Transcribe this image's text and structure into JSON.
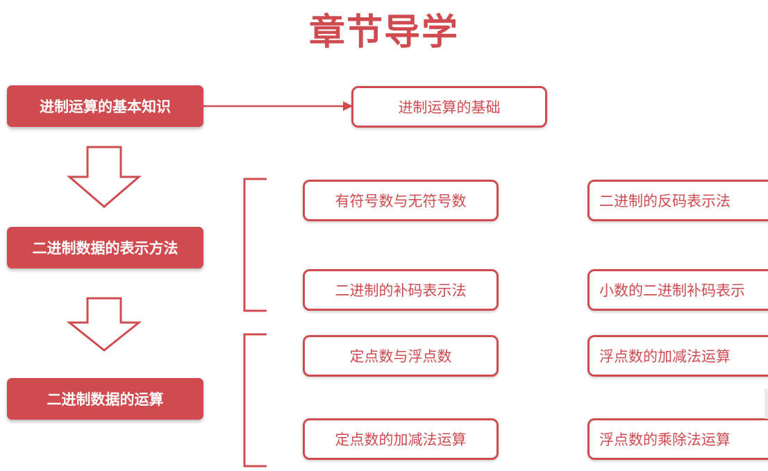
{
  "title": "章节导学",
  "main": [
    {
      "label": "进制运算的基本知识"
    },
    {
      "label": "二进制数据的表示方法"
    },
    {
      "label": "二进制数据的运算"
    }
  ],
  "basics": {
    "label": "进制运算的基础"
  },
  "representation": [
    {
      "label": "有符号数与无符号数"
    },
    {
      "label": "二进制的反码表示法"
    },
    {
      "label": "二进制的补码表示法"
    },
    {
      "label": "小数的二进制补码表示"
    }
  ],
  "operations": [
    {
      "label": "定点数与浮点数"
    },
    {
      "label": "浮点数的加减法运算"
    },
    {
      "label": "定点数的加减法运算"
    },
    {
      "label": "浮点数的乘除法运算"
    }
  ],
  "colors": {
    "accent": "#cf4b4f",
    "background": "#ffffff"
  }
}
